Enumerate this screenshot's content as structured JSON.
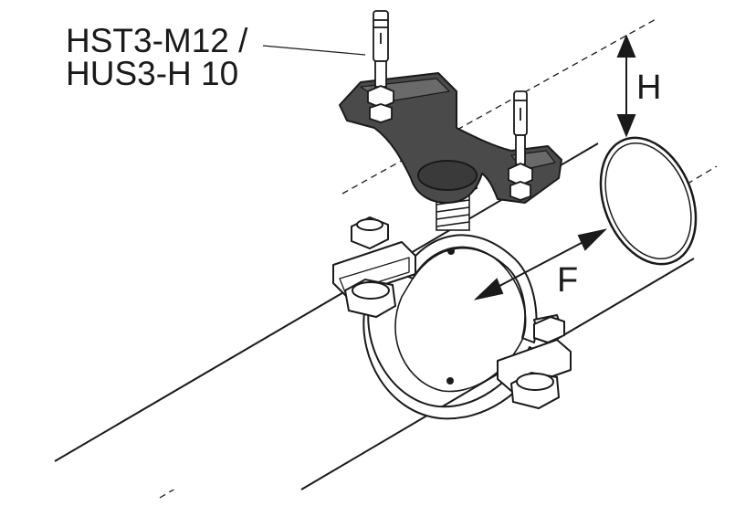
{
  "labels": {
    "anchor_line1": "HST3-M12 /",
    "anchor_line2": "HUS3-H 10",
    "height_dim": "H",
    "force_dim": "F"
  },
  "colors": {
    "ink": "#1a1a1a",
    "bracket_fill": "#4a4a4a",
    "pipe_fill": "#ffffff",
    "background": "#ffffff"
  }
}
